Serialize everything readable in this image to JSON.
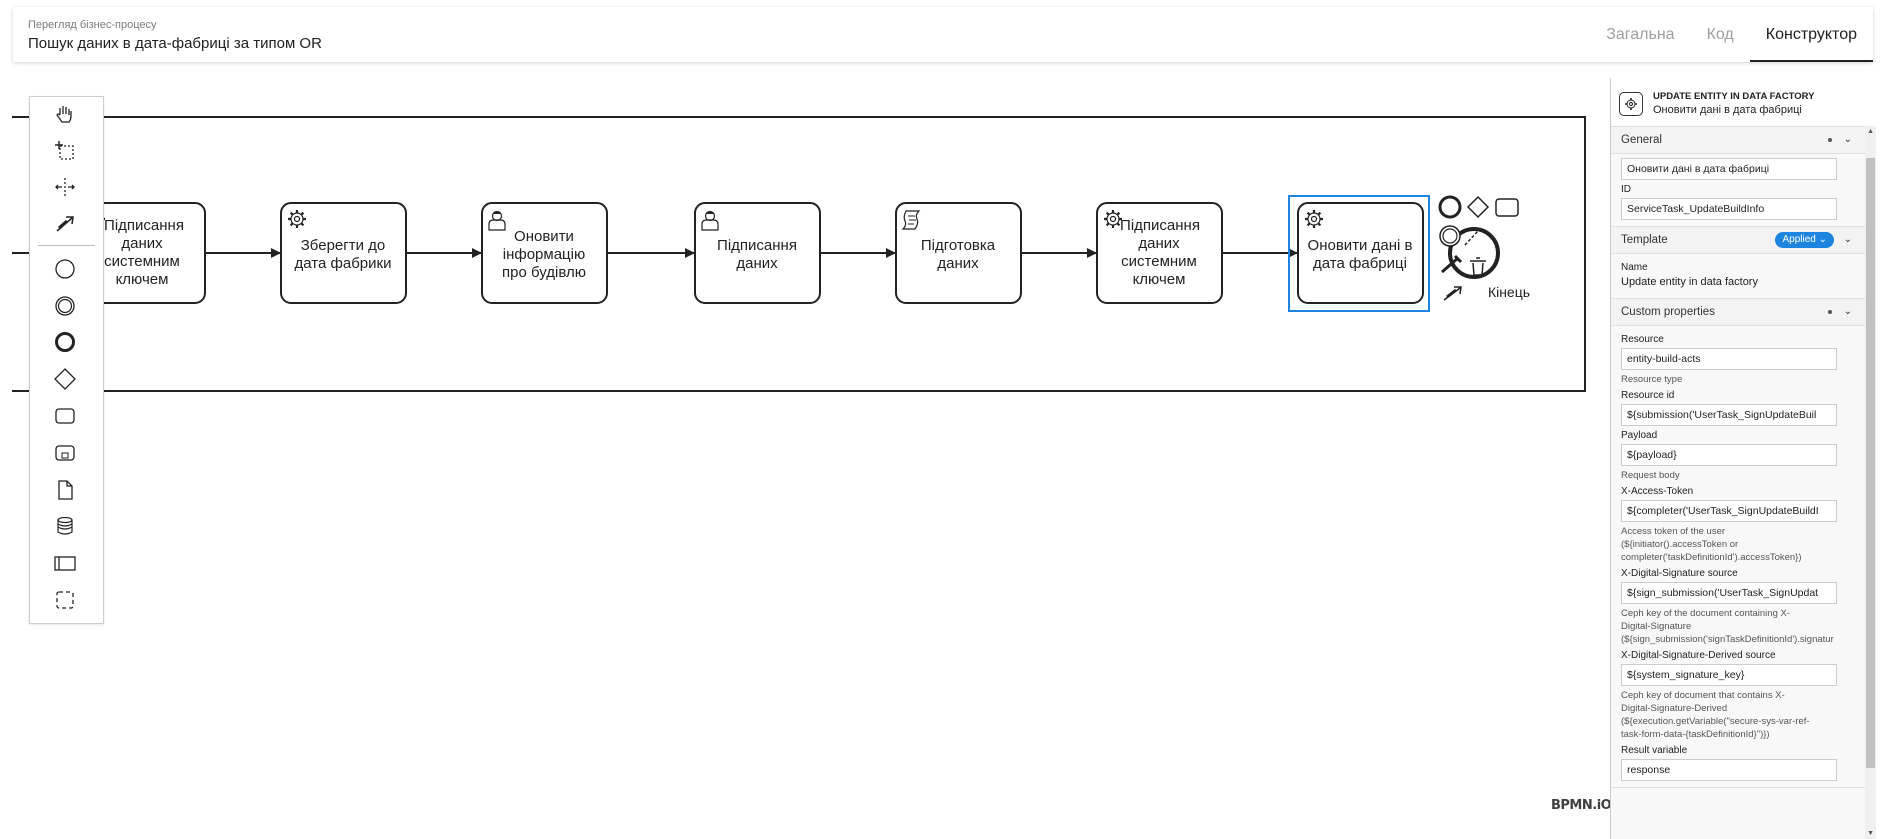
{
  "header": {
    "subtitle": "Перегляд бізнес-процесу",
    "title": "Пошук даних в дата-фабриці за типом OR",
    "tabs": [
      {
        "label": "Загальна",
        "active": false
      },
      {
        "label": "Код",
        "active": false
      },
      {
        "label": "Конструктор",
        "active": true
      }
    ]
  },
  "palette": {
    "tools": [
      "hand-tool-icon",
      "lasso-tool-icon",
      "space-tool-icon",
      "global-connect-icon",
      "start-event-icon",
      "intermediate-event-icon",
      "end-event-icon",
      "gateway-icon",
      "task-icon",
      "subprocess-icon",
      "data-object-icon",
      "data-store-icon",
      "pool-icon",
      "group-icon"
    ]
  },
  "diagram": {
    "tasks": [
      {
        "label": "Підписання даних системним ключем",
        "type": "service"
      },
      {
        "label": "Зберегти до дата фабрики",
        "type": "service"
      },
      {
        "label": "Оновити інформацію про будівлю",
        "type": "user"
      },
      {
        "label": "Підписання даних",
        "type": "user"
      },
      {
        "label": "Підготовка даних",
        "type": "script"
      },
      {
        "label": "Підписання даних системним ключем",
        "type": "service"
      },
      {
        "label": "Оновити дані в дата фабриці",
        "type": "service",
        "selected": true
      }
    ],
    "end_event_label": "Кінець",
    "logo": "BPMN.iO",
    "selection_color": "#1d84e0"
  },
  "panel": {
    "element_type": "UPDATE ENTITY IN DATA FACTORY",
    "element_name": "Оновити дані в дата фабриці",
    "general": {
      "header": "General",
      "name_value": "Оновити дані в дата фабриці",
      "id_label": "ID",
      "id_value": "ServiceTask_UpdateBuildInfo"
    },
    "template": {
      "header": "Template",
      "badge": "Applied",
      "name_label": "Name",
      "name_value": "Update entity in data factory"
    },
    "custom": {
      "header": "Custom properties",
      "resource_label": "Resource",
      "resource_value": "entity-build-acts",
      "resource_hint": "Resource type",
      "resource_id_label": "Resource id",
      "resource_id_value": "${submission('UserTask_SignUpdateBuil",
      "payload_label": "Payload",
      "payload_value": "${payload}",
      "payload_hint": "Request body",
      "token_label": "X-Access-Token",
      "token_value": "${completer('UserTask_SignUpdateBuildI",
      "token_hint": "Access token of the user\n(${initiator().accessToken or\ncompleter('taskDefinitionId').accessToken})",
      "sig_label": "X-Digital-Signature source",
      "sig_value": "${sign_submission('UserTask_SignUpdat",
      "sig_hint": "Ceph key of the document containing X-\nDigital-Signature\n(${sign_submission('signTaskDefinitionId').signatur",
      "sig_derived_label": "X-Digital-Signature-Derived source",
      "sig_derived_value": "${system_signature_key}",
      "sig_derived_hint": "Ceph key of document that contains X-\nDigital-Signature-Derived\n(${execution.getVariable(\"secure-sys-var-ref-\ntask-form-data-{taskDefinitionId}\")})",
      "result_label": "Result variable",
      "result_value": "response"
    }
  }
}
